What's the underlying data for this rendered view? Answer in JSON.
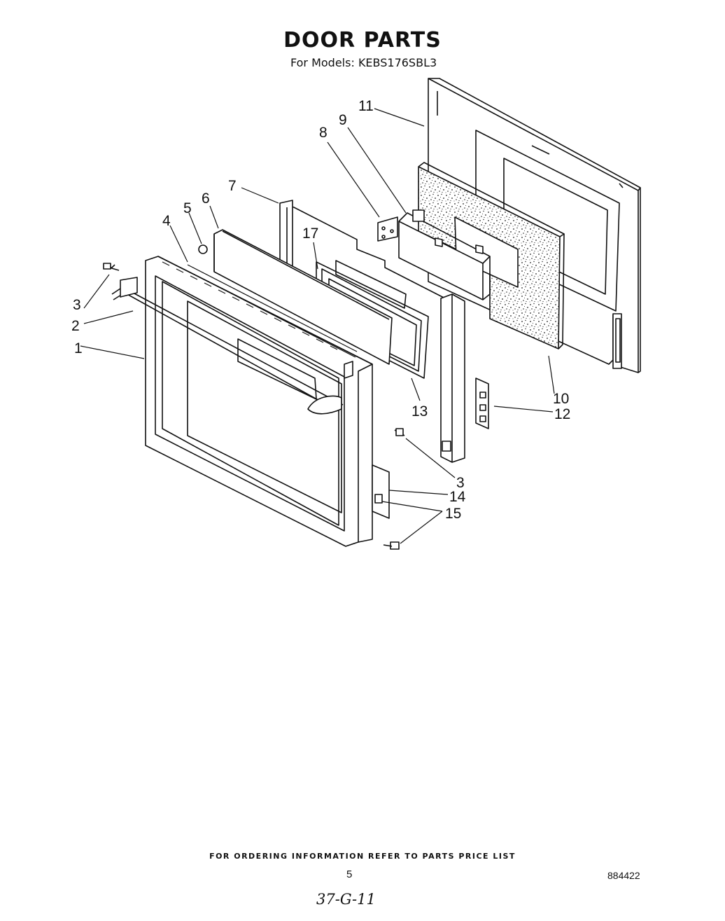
{
  "header": {
    "title": "DOOR PARTS",
    "subtitle": "For Models: KEBS176SBL3"
  },
  "callouts": [
    "1",
    "2",
    "3",
    "3",
    "4",
    "5",
    "6",
    "7",
    "8",
    "9",
    "10",
    "11",
    "12",
    "13",
    "14",
    "15",
    "17"
  ],
  "footer": {
    "ordering_note": "FOR ORDERING INFORMATION REFER TO PARTS PRICE LIST",
    "page_number": "5",
    "document_code": "884422",
    "handwritten_note": "37-G-11"
  }
}
